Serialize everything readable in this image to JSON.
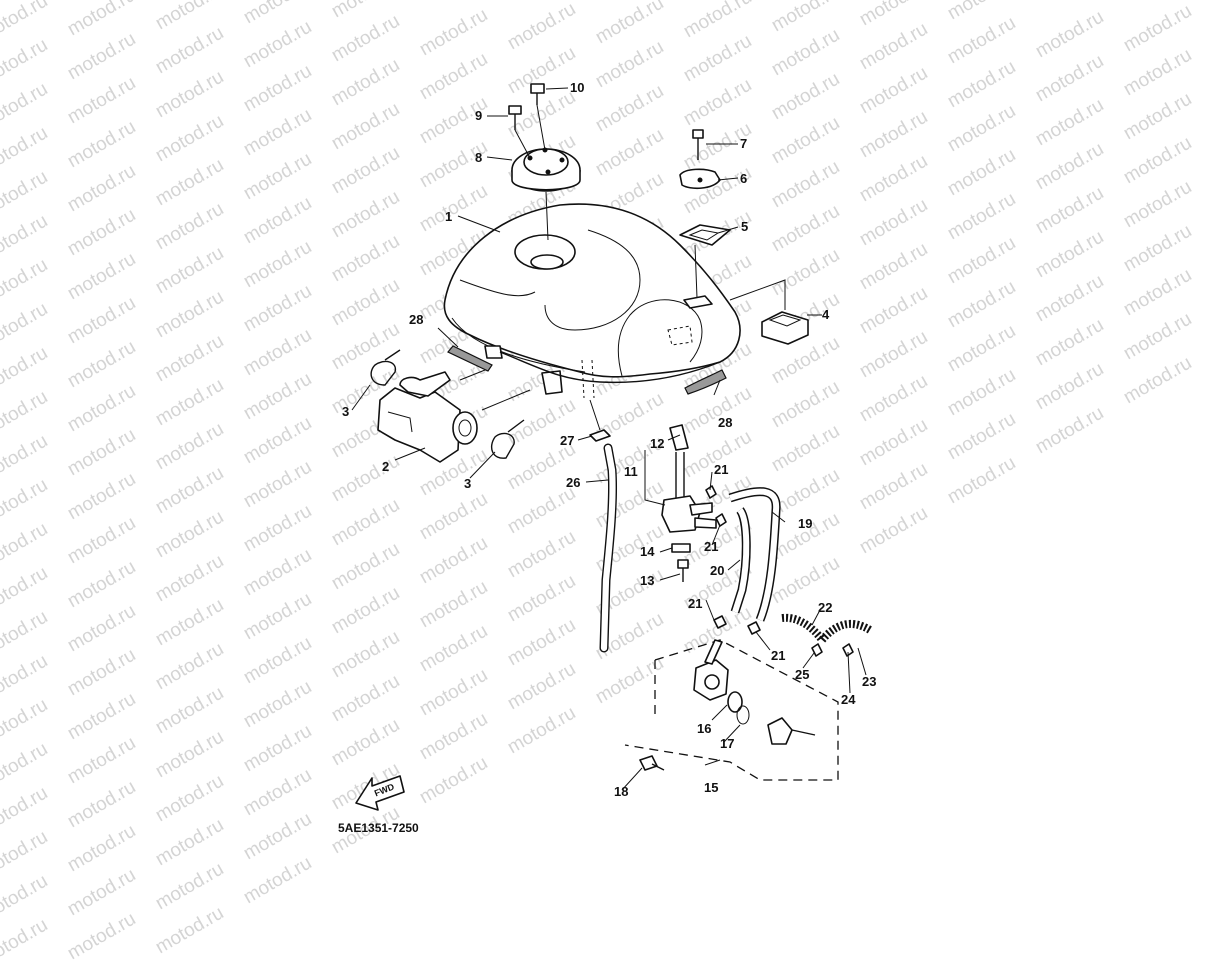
{
  "watermark": {
    "text": "motod.ru"
  },
  "diagram": {
    "code": "5AE1351-7250",
    "fwd_arrow_text": "FWD",
    "callouts": [
      {
        "id": "1",
        "text": "1"
      },
      {
        "id": "2",
        "text": "2"
      },
      {
        "id": "3a",
        "text": "3"
      },
      {
        "id": "3b",
        "text": "3"
      },
      {
        "id": "4",
        "text": "4"
      },
      {
        "id": "5",
        "text": "5"
      },
      {
        "id": "6",
        "text": "6"
      },
      {
        "id": "7",
        "text": "7"
      },
      {
        "id": "8",
        "text": "8"
      },
      {
        "id": "9",
        "text": "9"
      },
      {
        "id": "10",
        "text": "10"
      },
      {
        "id": "11",
        "text": "11"
      },
      {
        "id": "12",
        "text": "12"
      },
      {
        "id": "13",
        "text": "13"
      },
      {
        "id": "14",
        "text": "14"
      },
      {
        "id": "15",
        "text": "15"
      },
      {
        "id": "16",
        "text": "16"
      },
      {
        "id": "17",
        "text": "17"
      },
      {
        "id": "18",
        "text": "18"
      },
      {
        "id": "19",
        "text": "19"
      },
      {
        "id": "20",
        "text": "20"
      },
      {
        "id": "21a",
        "text": "21"
      },
      {
        "id": "21b",
        "text": "21"
      },
      {
        "id": "21c",
        "text": "21"
      },
      {
        "id": "21d",
        "text": "21"
      },
      {
        "id": "22",
        "text": "22"
      },
      {
        "id": "23",
        "text": "23"
      },
      {
        "id": "24",
        "text": "24"
      },
      {
        "id": "25",
        "text": "25"
      },
      {
        "id": "26",
        "text": "26"
      },
      {
        "id": "27",
        "text": "27"
      },
      {
        "id": "28a",
        "text": "28"
      },
      {
        "id": "28b",
        "text": "28"
      }
    ]
  }
}
